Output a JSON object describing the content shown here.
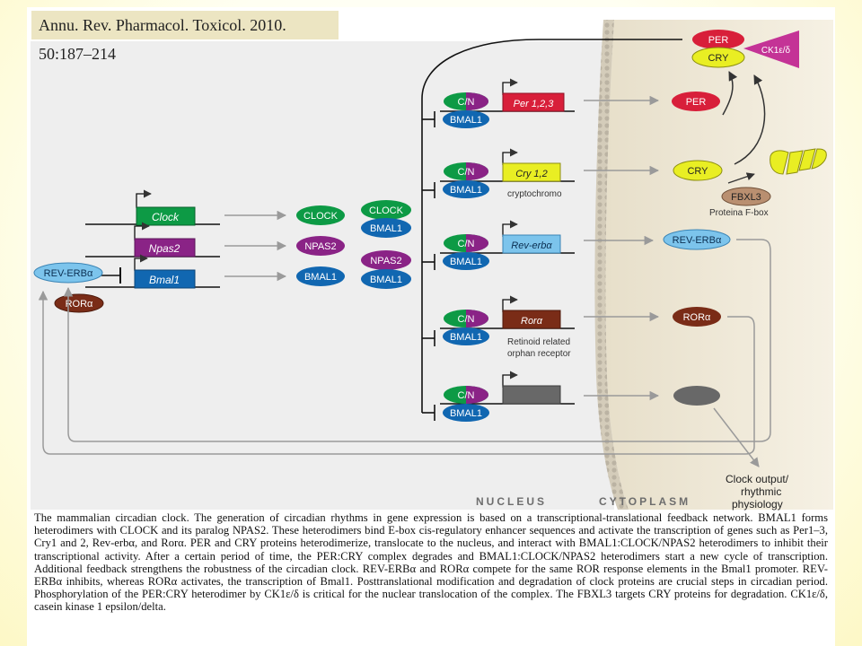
{
  "citation": "Annu. Rev. Pharmacol. Toxicol. 2010. 50:187–214",
  "genes": {
    "clock": "Clock",
    "npas2": "Npas2",
    "bmal1": "Bmal1",
    "per": "Per 1,2,3",
    "cry": "Cry 1,2",
    "reverb": "Rev-erbα",
    "ror": "Rorα"
  },
  "proteins": {
    "clock": "CLOCK",
    "npas2": "NPAS2",
    "bmal1": "BMAL1",
    "cn": "C/N",
    "per": "PER",
    "cry": "CRY",
    "reverb": "REV-ERBα",
    "ror": "RORα",
    "fbxl3": "FBXL3",
    "ck1": "CK1ε/δ"
  },
  "annotations": {
    "cry_note": "cryptochromo",
    "fbxl3_note": "Proteina F-box",
    "ror_note_1": "Retinoid related",
    "ror_note_2": "orphan receptor"
  },
  "output": {
    "line1": "Clock output/",
    "line2": "rhythmic",
    "line3": "physiology"
  },
  "compartments": {
    "nucleus": "NUCLEUS",
    "cytoplasm": "CYTOPLASM"
  },
  "caption": "The mammalian circadian clock. The generation of circadian rhythms in gene expression is based on a transcriptional-translational feedback network. BMAL1 forms heterodimers with CLOCK and its paralog NPAS2. These heterodimers bind E-box cis-regulatory enhancer sequences and activate the transcription of genes such as Per1–3, Cry1 and 2, Rev-erbα, and Rorα. PER and CRY proteins heterodimerize, translocate to the nucleus, and interact with BMAL1:CLOCK/NPAS2 heterodimers to inhibit their transcriptional activity. After a certain period of time, the PER:CRY complex degrades and BMAL1:CLOCK/NPAS2 heterodimers start a new cycle of transcription. Additional feedback strengthens the robustness of the circadian clock. REV-ERBα and RORα compete for the same ROR response elements in the Bmal1 promoter. REV-ERBα inhibits, whereas RORα activates, the transcription of Bmal1. Posttranslational modification and degradation of clock proteins are crucial steps in circadian period. Phosphorylation of the PER:CRY heterodimer by CK1ε/δ is critical for the nuclear translocation of the complex. The FBXL3 targets CRY proteins for degradation. CK1ε/δ, casein kinase 1 epsilon/delta.",
  "colors": {
    "green": "#0d9a45",
    "purple": "#8a2386",
    "blue": "#1167b1",
    "red": "#d81f3a",
    "yellow": "#e9ee23",
    "lightblue": "#7cc4ec",
    "brown": "#7a2c17",
    "fbxl3": "#b98f70",
    "gray": "#686868",
    "magenta": "#c43396"
  }
}
